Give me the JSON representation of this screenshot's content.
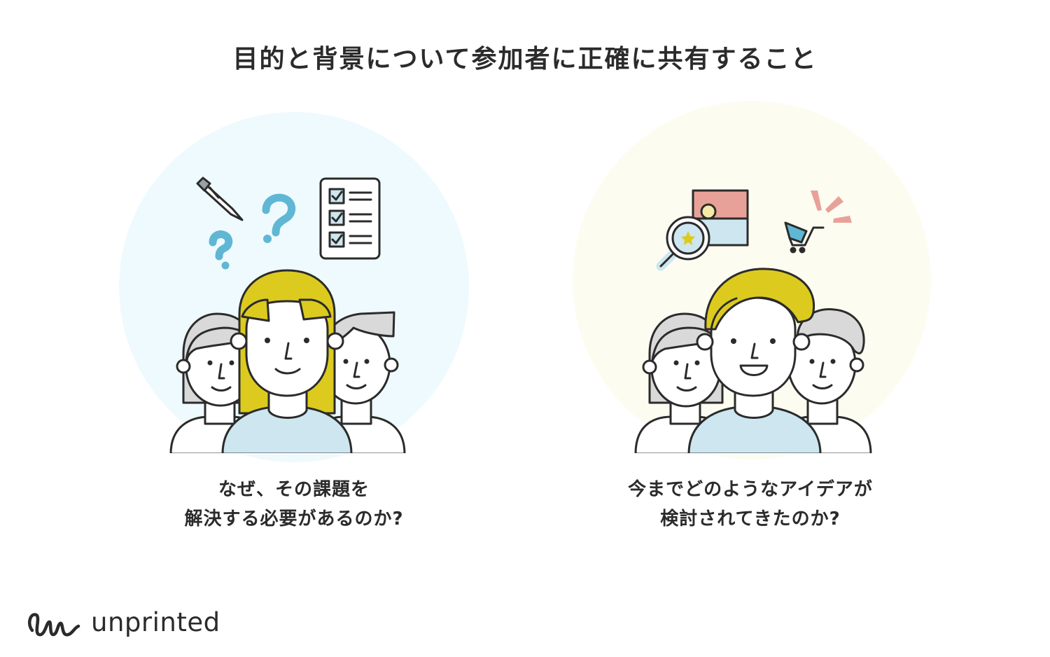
{
  "heading": "目的と背景について参加者に正確に共有すること",
  "panels": [
    {
      "caption_line1": "なぜ、その課題を",
      "caption_line2": "解決する必要があるのか?"
    },
    {
      "caption_line1": "今までどのようなアイデアが",
      "caption_line2": "検討されてきたのか?"
    }
  ],
  "brand": {
    "name": "unprinted"
  },
  "colors": {
    "left_circle": "#eefafd",
    "right_circle": "#fcfcf1",
    "accent_yellow": "#dccb1e",
    "shirt_blue": "#cde6ef",
    "question_blue": "#5fb7d4",
    "hair_gray": "#d9d9d9",
    "pink": "#e8a198",
    "outline": "#2b2b2b"
  },
  "icons": [
    "pen-icon",
    "question-mark-icon",
    "checklist-icon",
    "magnifier-icon",
    "picture-icon",
    "shopping-cart-icon",
    "sparkle-icon"
  ]
}
